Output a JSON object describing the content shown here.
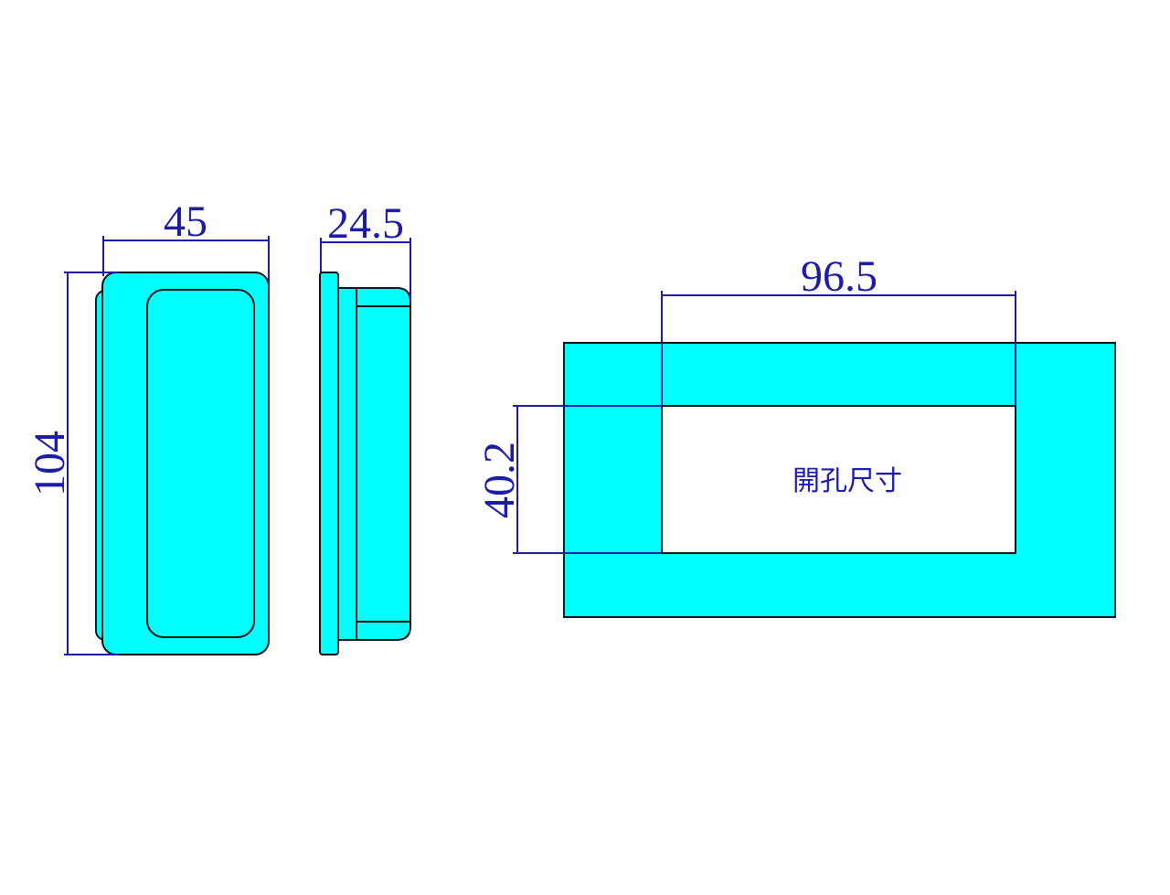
{
  "drawing": {
    "front_view": {
      "width_label": "45",
      "height_label": "104"
    },
    "side_view": {
      "depth_label": "24.5"
    },
    "cutout_view": {
      "width_label": "96.5",
      "height_label": "40.2",
      "caption": "開孔尺寸"
    },
    "colors": {
      "part_fill": "#00ffff",
      "dimension": "#1c1ca8",
      "outline": "#111111"
    }
  }
}
